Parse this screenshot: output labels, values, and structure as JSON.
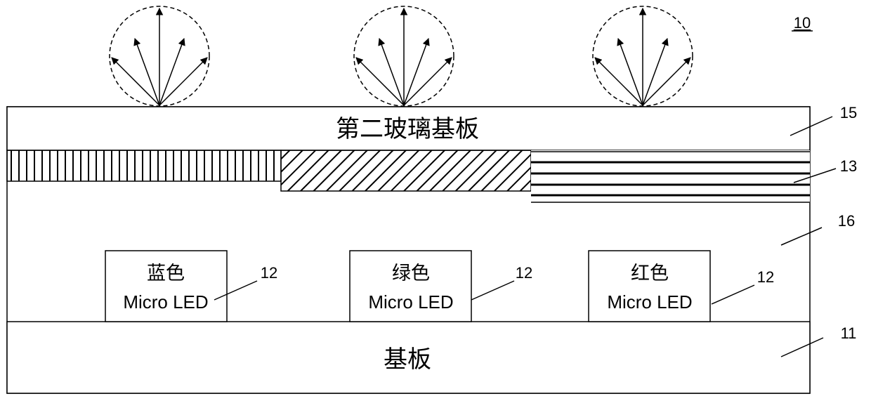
{
  "figure_number": "10",
  "layers": {
    "second_glass_substrate": {
      "label": "第二玻璃基板",
      "ref": "15"
    },
    "color_conversion_layer": {
      "ref": "13"
    },
    "fill_layer": {
      "ref": "16"
    },
    "substrate": {
      "label": "基板",
      "ref": "11"
    }
  },
  "leds": [
    {
      "color_label": "蓝色",
      "type_label": "Micro LED",
      "ref": "12"
    },
    {
      "color_label": "绿色",
      "type_label": "Micro LED",
      "ref": "12"
    },
    {
      "color_label": "红色",
      "type_label": "Micro LED",
      "ref": "12"
    }
  ]
}
